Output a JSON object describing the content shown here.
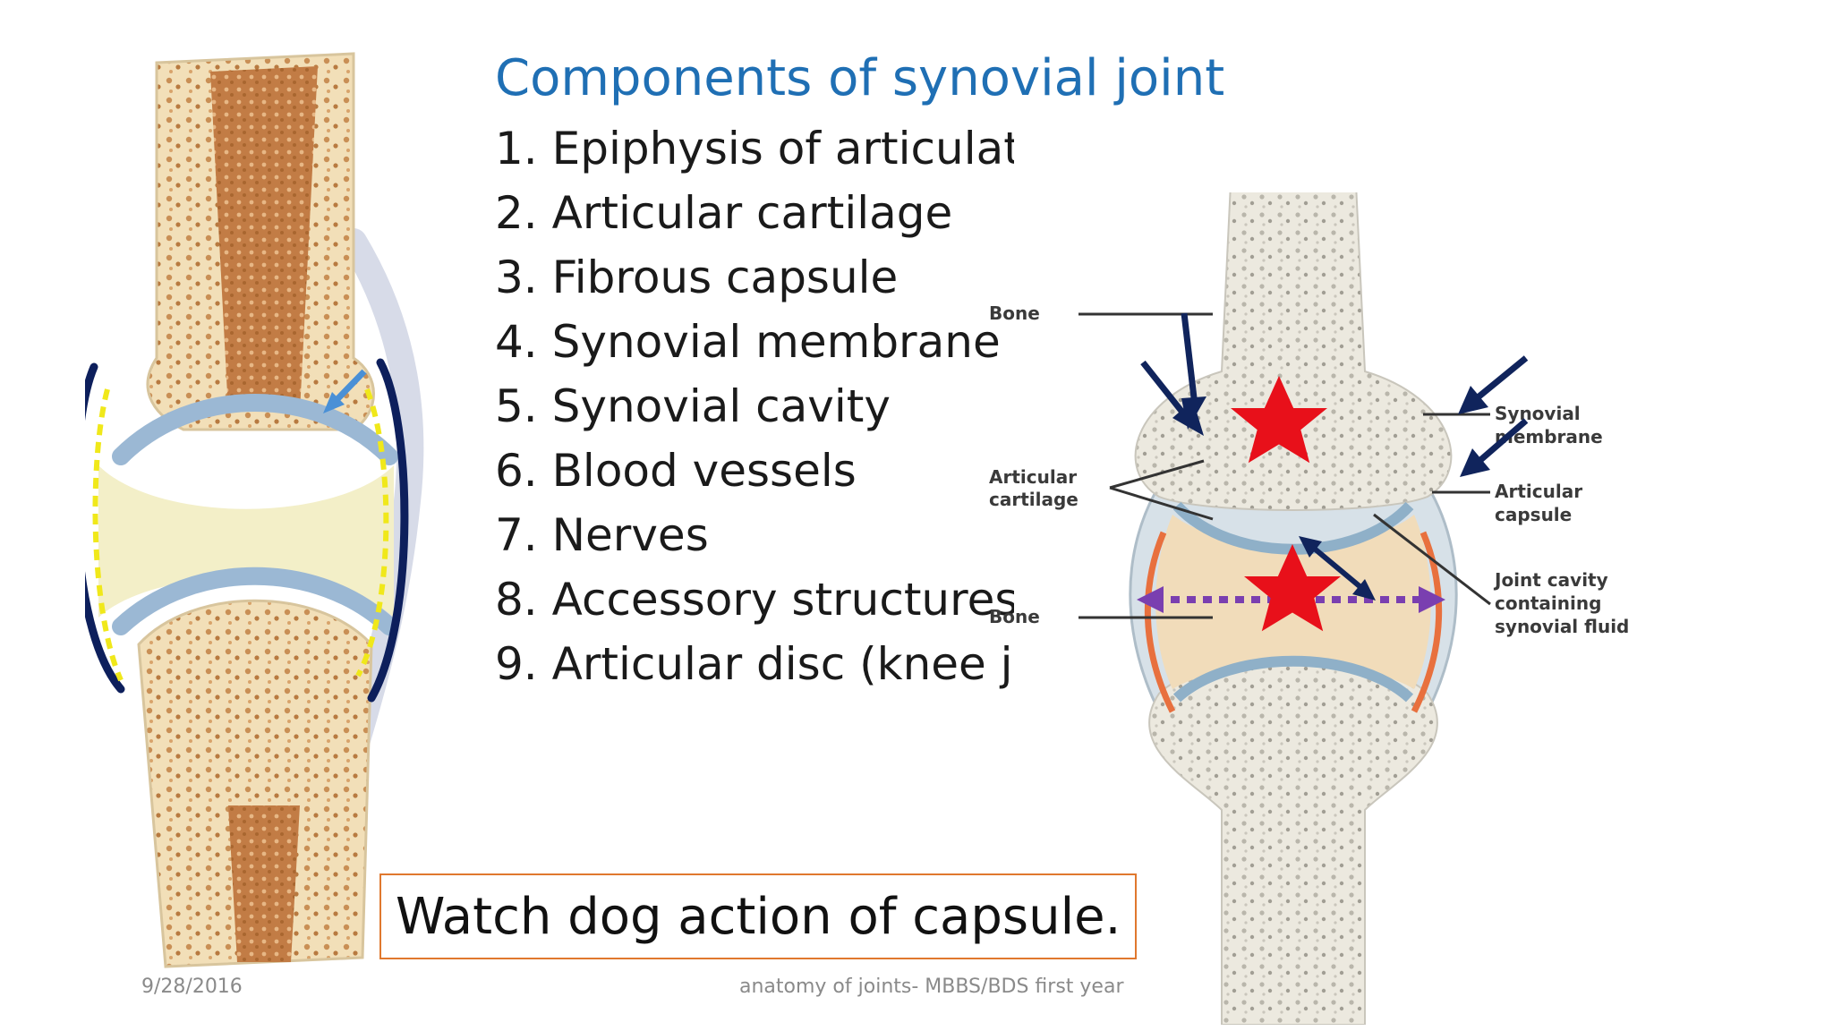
{
  "slide": {
    "title": "Components of synovial joint",
    "components": [
      {
        "num": "1.",
        "text": "Epiphysis of articulating bones"
      },
      {
        "num": "2.",
        "text": "Articular cartilage"
      },
      {
        "num": "3.",
        "text": "Fibrous capsule"
      },
      {
        "num": "4.",
        "text": "Synovial membrane"
      },
      {
        "num": "5.",
        "text": "Synovial cavity"
      },
      {
        "num": "6.",
        "text": "Blood vessels"
      },
      {
        "num": "7.",
        "text": "Nerves"
      },
      {
        "num": "8.",
        "text": "Accessory structures"
      },
      {
        "num": "9.",
        "text": "Articular disc (knee joint)"
      }
    ],
    "note": "Watch dog action of capsule.",
    "footer": {
      "date": "9/28/2016",
      "text": "anatomy of joints- MBBS/BDS first year"
    }
  },
  "diagram": {
    "labels": {
      "bone_top": "Bone",
      "bone_bottom": "Bone",
      "articular_cartilage": [
        "Articular",
        "cartilage"
      ],
      "synovial_membrane": [
        "Synovial",
        "membrane"
      ],
      "articular_capsule": [
        "Articular",
        "capsule"
      ],
      "joint_cavity": [
        "Joint cavity",
        "containing",
        "synovial fluid"
      ]
    }
  },
  "colors": {
    "title": "#1f6fb4",
    "note_border": "#e0782e",
    "arrow_navy": "#10245c",
    "arrow_purple": "#7a3fb0",
    "star_red": "#e8101a",
    "capsule_highlight": "#0d1f5c",
    "dashed_yellow": "#f0e81a",
    "pointer_blue": "#4a90d6"
  }
}
